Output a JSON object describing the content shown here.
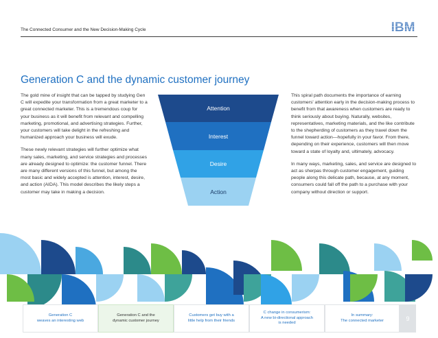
{
  "header": {
    "doc_title": "The Connected Consumer and the New Decision-Making Cycle",
    "logo_text": "IBM"
  },
  "main": {
    "title": "Generation C and the dynamic customer journey",
    "left_paragraphs": [
      "The gold mine of insight that can be tapped by studying Gen C will expedite your transformation from a great marketer to a great connected marketer. This is a tremendous coup for your business as it will benefit from relevant and compelling marketing, promotional, and advertising strategies. Further, your customers will take delight in the refreshing and humanized approach your business will exude.",
      "These newly relevant strategies will further optimize what many sales, marketing, and service strategies and processes are already designed to optimize: the customer funnel. There are many different versions of this funnel, but among the most basic and widely accepted is attention, interest, desire, and action (AIDA). This model describes the likely steps a customer may take in making a decision."
    ],
    "right_paragraphs": [
      "This spiral path documents the importance of earning customers' attention early in the decision-making process to benefit from that awareness when customers are ready to think seriously about buying. Naturally, websites, representatives, marketing materials, and the like contribute to the shepherding of customers as they travel down the funnel toward action—hopefully in your favor. From there, depending on their experience, customers will then move toward a state of loyalty and, ultimately, advocacy.",
      "In many ways, marketing, sales, and service are designed to act as sherpas through customer engagement, guiding people along this delicate path, because, at any moment, consumers could fall off the path to a purchase with your company without direction or support."
    ]
  },
  "funnel": {
    "stages": [
      {
        "label": "Attention",
        "color": "#1d4a8c"
      },
      {
        "label": "Interest",
        "color": "#1f70c1"
      },
      {
        "label": "Desire",
        "color": "#30a2e6"
      },
      {
        "label": "Action",
        "color": "#9bd2f2"
      }
    ]
  },
  "footer": {
    "nav": [
      {
        "line1": "Generation C",
        "line2": "weaves an interesting web",
        "line3": ""
      },
      {
        "line1": "Generation C and the",
        "line2": "dynamic customer journey",
        "line3": ""
      },
      {
        "line1": "Customers get buy with a",
        "line2": "little help from their friends",
        "line3": ""
      },
      {
        "line1": "C change in consumerism:",
        "line2": "A new bi-directional approach",
        "line3": "is needed"
      },
      {
        "line1": "In summary:",
        "line2": "The connected marketer",
        "line3": ""
      }
    ],
    "page_number": "9"
  },
  "colors": {
    "title_blue": "#1f70c1",
    "active_tab_bg": "#ecf6ea",
    "page_number_bg": "#dfe2e5"
  }
}
